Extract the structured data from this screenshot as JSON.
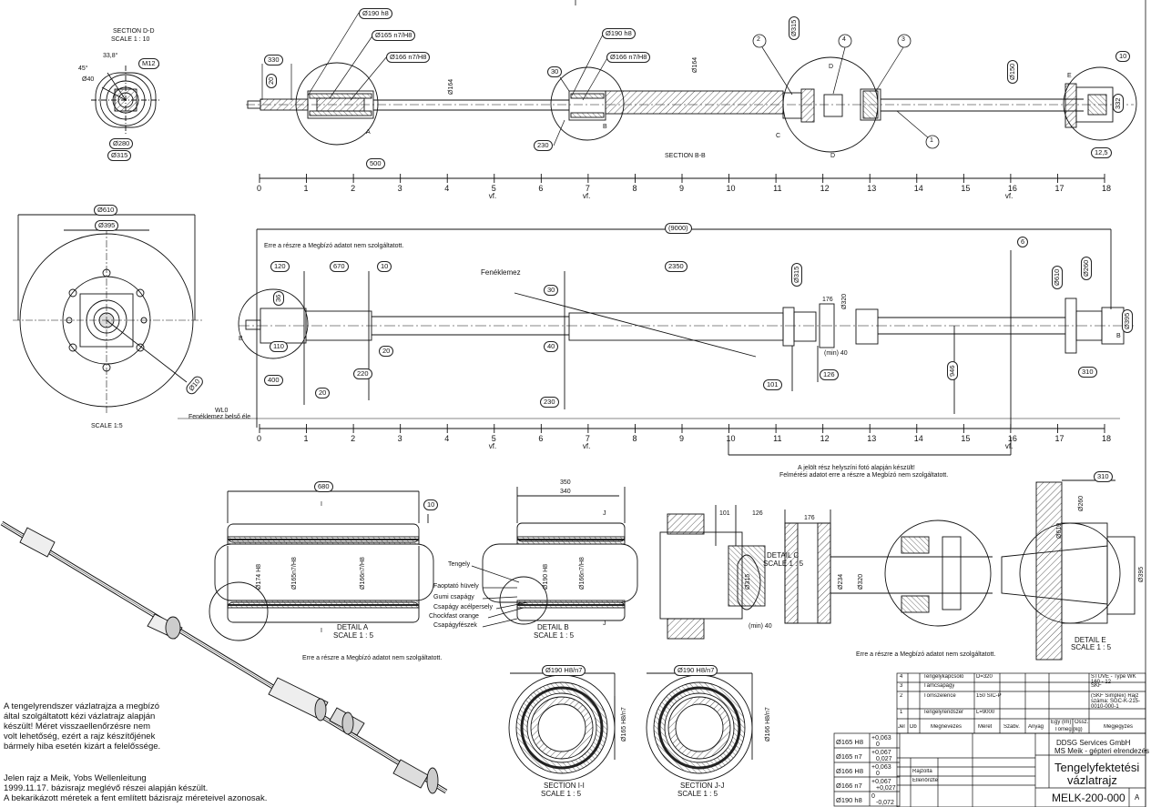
{
  "sections": {
    "dd_title": "SECTION D-D",
    "dd_scale": "SCALE 1 : 10",
    "bb_label": "SECTION B-B",
    "scale15": "SCALE 1:5",
    "detail_a": "DETAIL A",
    "detail_b": "DETAIL B",
    "detail_c": "DETAIL C",
    "detail_e": "DETAIL E",
    "section_ii": "SECTION I-I",
    "section_jj": "SECTION J-J",
    "scale_detail": "SCALE 1 : 5"
  },
  "dims_top": {
    "d190h8": "Ø190 h8",
    "d165n7h8": "Ø165 n7/H8",
    "d166n7h8": "Ø166 n7/H8",
    "d190h8b": "Ø190 h8",
    "d166n7h8b": "Ø166 n7/H8",
    "d164": "Ø164",
    "d164b": "Ø164",
    "d315": "Ø315",
    "d150": "Ø150",
    "d280": "Ø280",
    "d315b": "Ø315",
    "m12": "M12",
    "ang45": "45°",
    "ang33": "33,8°",
    "d40": "Ø40",
    "v330": "330",
    "v20": "20",
    "v30": "30",
    "v230": "230",
    "v500": "500",
    "v10": "10",
    "v332": "332",
    "v125": "12,5",
    "callout_a": "A",
    "callout_b": "B",
    "callout_c": "C",
    "callout_d": "D",
    "callout_e": "E",
    "bal1": "1",
    "bal2": "2",
    "bal3": "3",
    "bal4": "4"
  },
  "axis_ticks": [
    "0",
    "1",
    "2",
    "3",
    "4",
    "5",
    "6",
    "7",
    "8",
    "9",
    "10",
    "11",
    "12",
    "13",
    "14",
    "15",
    "16",
    "17",
    "18"
  ],
  "axis_vf": "vf.",
  "dims_mid": {
    "d610": "Ø610",
    "d395": "Ø395",
    "d10": "Ø10",
    "total9000": "(9000)",
    "v6": "6",
    "v120": "120",
    "v670": "670",
    "v10b": "10",
    "v2350": "2350",
    "v36": "36",
    "v110": "110",
    "v20b": "20",
    "v30b": "30",
    "v40": "40",
    "v400": "400",
    "v220": "220",
    "v20c": "20",
    "v230b": "230",
    "v101": "101",
    "v126": "126",
    "v176": "176",
    "min40": "(min) 40",
    "d315m": "Ø315",
    "d320m": "Ø320",
    "d610m": "Ø610",
    "d260m": "Ø260",
    "d395m": "Ø395",
    "v946": "946",
    "v310": "310",
    "label_b": "B"
  },
  "labels": {
    "fenek": "Fenéklemez",
    "wl": "WL0",
    "fenek_belso": "Fenéklemez belső éle",
    "no_data": "Erre a részre a Megbízó adatot nem szolgáltatott.",
    "photo_note1": "A jelölt rész helyszíni fotó alapján készült!",
    "photo_note2": "Felmérési adatot erre a részre a Megbízó nem szolgáltatott.",
    "no_data2": "Erre a részre a Megbízó adatot nem szolgáltatott.",
    "no_data3": "Erre a részre a Megbízó adatot nem szolgáltatott."
  },
  "details": {
    "v680": "680",
    "v10": "10",
    "v350": "350",
    "v340": "340",
    "v101": "101",
    "v126": "126",
    "v176": "176",
    "v310": "310",
    "min40": "(min) 40",
    "d174h8": "Ø174 H8",
    "d165n7h8": "Ø165n7/H8",
    "d166n7h8": "Ø166n7/H8",
    "d190h8": "Ø190 H8",
    "d166n7h8b": "Ø166n7/H8",
    "d315": "Ø315",
    "d234": "Ø234",
    "d320": "Ø320",
    "d610": "Ø610",
    "d260": "Ø260",
    "d395": "Ø395",
    "sec_i": "I",
    "sec_j": "J"
  },
  "legend": [
    "Tengely",
    "Faoptató hüvely",
    "Gumi csapágy",
    "Csapágy acélpersely",
    "Chockfast orange",
    "Csapágyfészek"
  ],
  "sections_ij": {
    "d190h8n7": "Ø190 H8/n7",
    "d165h8n7": "Ø165 H8/n7",
    "d190h8n7b": "Ø190 H8/n7",
    "d166h8n7": "Ø166 H8/n7"
  },
  "notes": {
    "para1": "A tengelyrendszer vázlatrajza a megbízó által szolgáltatott kézi vázlatrajz alapján készült! Méret visszaellenőrzésre nem volt lehetőség, ezért a rajz készítőjének bármely hiba esetén kizárt a felelőssége.",
    "para2_l1": "Jelen rajz a Meik, Yobs Wellenleitung",
    "para2_l2": "1999.11.17. bázisrajz meglévő részei alapján készült.",
    "para2_l3": "A bekarikázott méretek a fent említett bázisrajz méreteivel azonosak."
  },
  "tolerances": [
    {
      "label": "Ø165 H8",
      "up": "+0,063",
      "lo": "0"
    },
    {
      "label": "Ø165 n7",
      "up": "+0,067",
      "lo": "0,027"
    },
    {
      "label": "Ø166 H8",
      "up": "+0,063",
      "lo": "0"
    },
    {
      "label": "Ø166 n7",
      "up": "+0,067",
      "lo": "+0,027"
    },
    {
      "label": "Ø190 h8",
      "up": "0",
      "lo": "-0,072"
    }
  ],
  "bom": [
    {
      "n": "4",
      "name": "Tengelykapcsoló",
      "spec": "D=320",
      "mat": "",
      "note": "STÜVE - Type WK 160 - 12"
    },
    {
      "n": "3",
      "name": "Támcsapágy",
      "spec": "",
      "mat": "",
      "note": "SKF"
    },
    {
      "n": "2",
      "name": "Tömszelence",
      "spec": "150 SIC-P",
      "mat": "",
      "note": "(SKF Simplex) Rajz száma: SGC-K-215-0010-000-1"
    },
    {
      "n": "1",
      "name": "Tengelyrendszer",
      "spec": "L=9000",
      "mat": "",
      "note": ""
    }
  ],
  "bom_header": [
    "Jel",
    "Db",
    "Megnevezés",
    "Méret",
    "Szabv.",
    "Anyag",
    "Egy (lm)",
    "Össz.",
    "Megjegyzés"
  ],
  "bom_weight": "Tömeg (kg)",
  "title_block": {
    "company1": "DDSG Services GmbH",
    "company2": "MS Meik - gépteri elrendezés",
    "title1": "Tengelyfektetési",
    "title2": "vázlatrajz",
    "number": "MELK-200-000",
    "sheet": "A",
    "drawn": "Rajzolta",
    "checked": "Ellenőrizte"
  },
  "colors": {
    "line": "#111111",
    "hatch": "#444444",
    "rubber": "#222222"
  }
}
